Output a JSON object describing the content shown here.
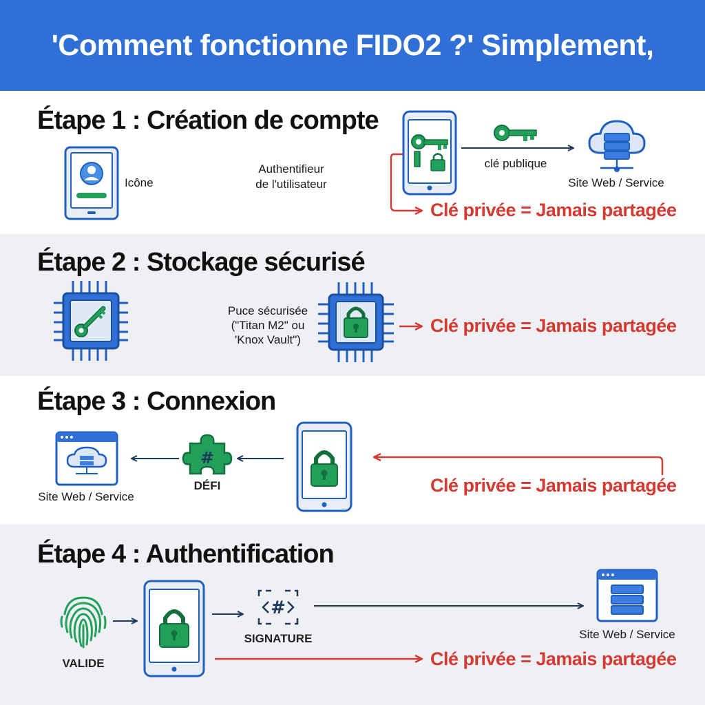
{
  "header": {
    "title": "'Comment fonctionne FIDO2 ?' Simplement,"
  },
  "step1": {
    "title": "Étape 1 : Création de compte",
    "icon_label": "Icône",
    "authenticator_label_line1": "Authentifieur",
    "authenticator_label_line2": "de l'utilisateur",
    "public_key_label": "clé publique",
    "service_label": "Site Web / Service",
    "warning": "Clé privée = Jamais partagée"
  },
  "step2": {
    "title": "Étape 2 : Stockage sécurisé",
    "chip_label_line1": "Puce sécurisée",
    "chip_label_line2": "(\"Titan M2\" ou",
    "chip_label_line3": "'Knox Vault\")",
    "warning": "Clé privée = Jamais partagée"
  },
  "step3": {
    "title": "Étape 3 : Connexion",
    "service_label": "Site Web / Service",
    "challenge_label": "DÉFI",
    "warning": "Clé privée = Jamais partagée"
  },
  "step4": {
    "title": "Étape 4 : Authentification",
    "valid_label": "VALIDE",
    "signature_label": "SIGNATURE",
    "service_label": "Site Web / Service",
    "warning": "Clé privée = Jamais partagée"
  },
  "colors": {
    "header_blue": "#2f6fd6",
    "icon_blue": "#1f5fbf",
    "key_green": "#22a05a",
    "warning_red": "#d23a32",
    "arrow_dark": "#1d3a5c"
  }
}
